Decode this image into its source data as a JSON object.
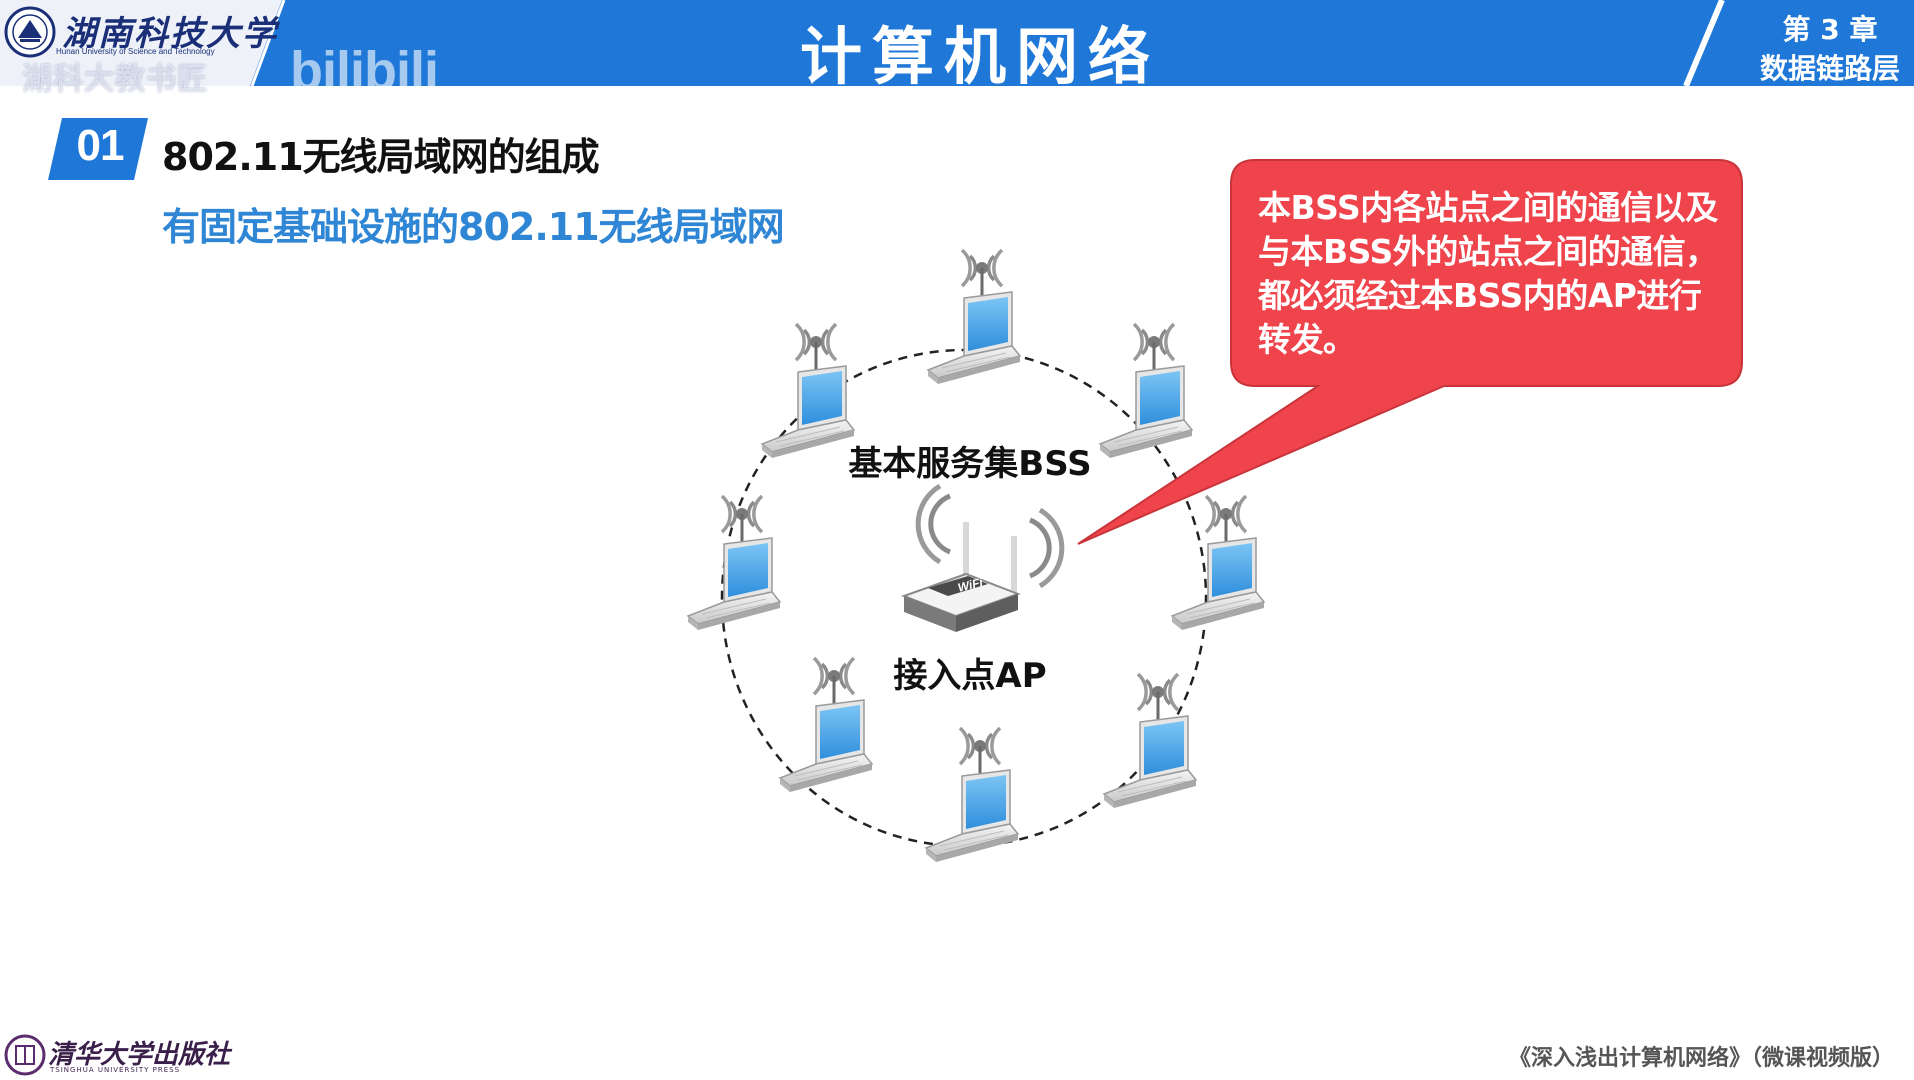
{
  "header": {
    "university_name": "湖南科技大学",
    "university_name_en": "Hunan University of Science and Technology",
    "watermark": "湖科大教书匠",
    "watermark_logo": "bilibili",
    "course_title": "计算机网络",
    "chapter_number": "第 3 章",
    "chapter_name": "数据链路层"
  },
  "section": {
    "number": "01",
    "title": "802.11无线局域网的组成",
    "subtitle": "有固定基础设施的802.11无线局域网"
  },
  "diagram": {
    "bss_label": "基本服务集BSS",
    "ap_label": "接入点AP",
    "ap_badge": "WiFi",
    "callout_text": "本BSS内各站点之间的通信以及与本BSS外的站点之间的通信，都必须经过本BSS内的AP进行转发。"
  },
  "footer": {
    "publisher_name": "清华大学出版社",
    "publisher_name_en": "TSINGHUA UNIVERSITY PRESS",
    "book_title": "《深入浅出计算机网络》（微课视频版）"
  },
  "colors": {
    "header_blue": "#1f78d8",
    "header_light": "#eef2f8",
    "accent_blue": "#2f86d4",
    "callout_red": "#f0444c",
    "callout_border": "#c9343a"
  }
}
